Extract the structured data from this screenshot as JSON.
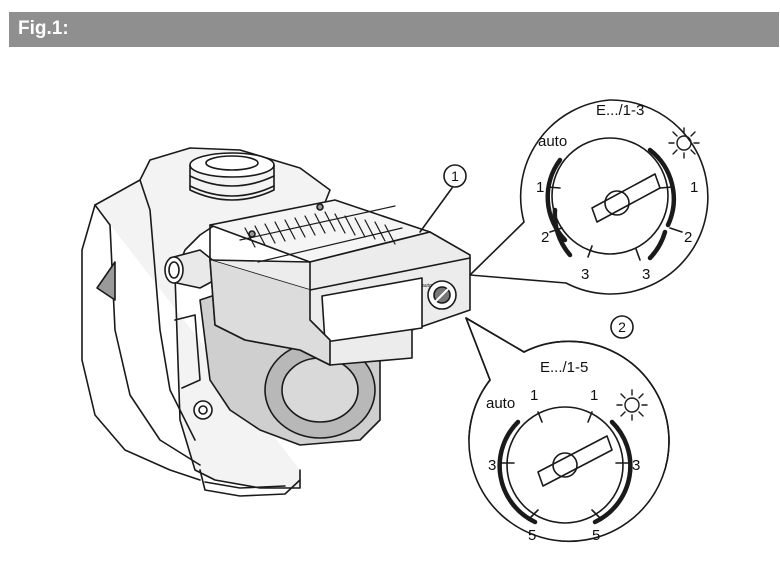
{
  "header": {
    "title": "Fig.1:",
    "bg_color": "#8f8f8f"
  },
  "callouts": {
    "pump": "1",
    "knob": "2"
  },
  "detail_top": {
    "title": "E.../1-3",
    "auto": "auto",
    "left_ticks": [
      "1",
      "2",
      "3"
    ],
    "right_ticks": [
      "1",
      "2",
      "3"
    ],
    "night_icon": "sun-icon"
  },
  "detail_bottom": {
    "title": "E.../1-5",
    "auto": "auto",
    "left_ticks": [
      "1",
      "3",
      "5"
    ],
    "right_ticks": [
      "1",
      "3",
      "5"
    ],
    "night_icon": "sun-icon"
  }
}
